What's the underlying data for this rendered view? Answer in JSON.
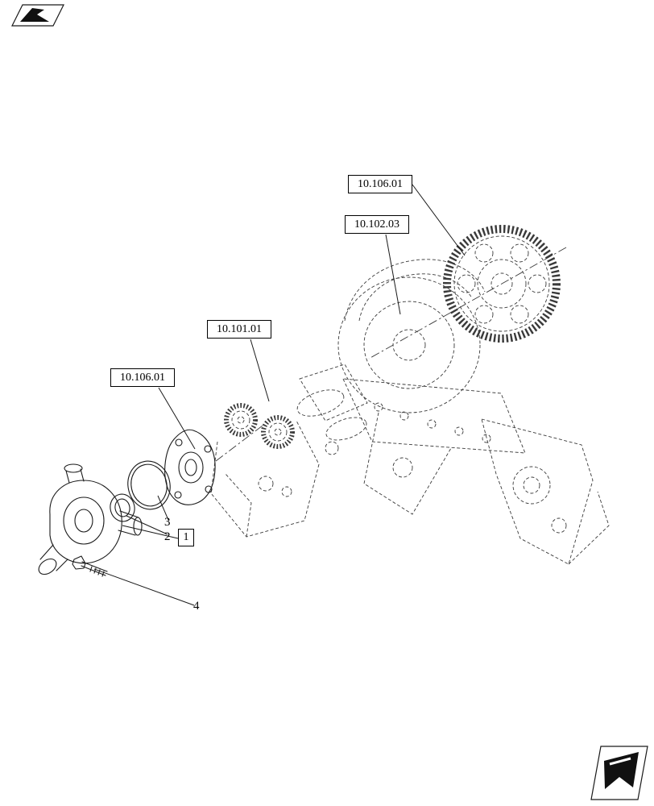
{
  "page": {
    "background": "#ffffff",
    "line_color": "#1a1a1a"
  },
  "references": {
    "top": "10.106.01",
    "middle": "10.102.03",
    "left_upper": "10.101.01",
    "left_lower": "10.106.01"
  },
  "callouts": {
    "c1": "1",
    "c2": "2",
    "c3": "3",
    "c4": "4"
  },
  "icons": {
    "top_left": "nav-flag-icon",
    "bottom_right": "section-pictogram-icon"
  }
}
